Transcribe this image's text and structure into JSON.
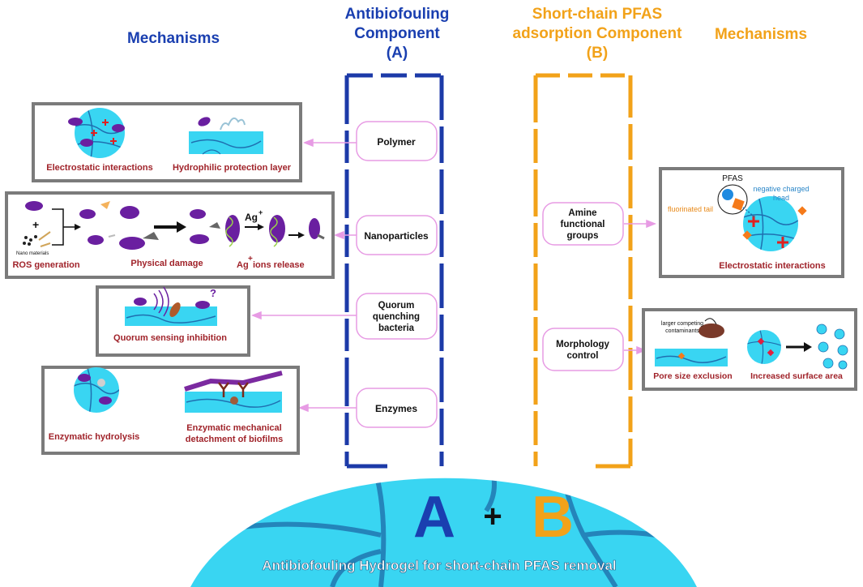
{
  "headings": {
    "left_mechanisms": "Mechanisms",
    "component_a": [
      "Antibiofouling",
      "Component",
      "(A)"
    ],
    "component_b": [
      "Short-chain PFAS",
      "adsorption Component",
      "(B)"
    ],
    "right_mechanisms": "Mechanisms"
  },
  "component_a_items": [
    {
      "label": [
        "Polymer"
      ]
    },
    {
      "label": [
        "Nanoparticles"
      ]
    },
    {
      "label": [
        "Quorum",
        "quenching",
        "bacteria"
      ]
    },
    {
      "label": [
        "Enzymes"
      ]
    }
  ],
  "component_b_items": [
    {
      "label": [
        "Amine",
        "functional",
        "groups"
      ]
    },
    {
      "label": [
        "Morphology",
        "control"
      ]
    }
  ],
  "left_mechanism_boxes": [
    {
      "captions": [
        "Electrostatic interactions",
        "Hydrophilic protection layer"
      ]
    },
    {
      "captions": [
        "ROS generation",
        "Physical damage",
        "Ag",
        "+",
        " ions release"
      ],
      "inset_label": "Nano materials",
      "ion_label": "Ag",
      "ion_charge": "+",
      "plus_sign": "+"
    },
    {
      "captions": [
        "Quorum sensing inhibition"
      ],
      "question_mark": "?"
    },
    {
      "captions": [
        "Enzymatic hydrolysis",
        "Enzymatic mechanical",
        "detachment of biofilms"
      ]
    }
  ],
  "right_mechanism_boxes": [
    {
      "captions": [
        "Electrostatic interactions"
      ],
      "labels": [
        "PFAS",
        "negative charged",
        "head",
        "fluorinated tail"
      ]
    },
    {
      "captions": [
        "Pore size exclusion",
        "Increased surface area"
      ],
      "labels": [
        "larger competing",
        "contaminants"
      ]
    }
  ],
  "hydrogel": {
    "letter_a": "A",
    "plus": "+",
    "letter_b": "B",
    "caption": "Antibiofouling Hydrogel for short-chain PFAS removal"
  },
  "colors": {
    "blue_heading": "#1a3fb0",
    "orange_heading": "#f2a219",
    "blue_bracket": "#1c3aa8",
    "orange_bracket": "#f2a219",
    "pink": "#e79be4",
    "box_border": "#7b7b7b",
    "caption_red": "#a0232a",
    "hydrogel": "#39d5f2",
    "bacteria": "#6a1fa0"
  }
}
